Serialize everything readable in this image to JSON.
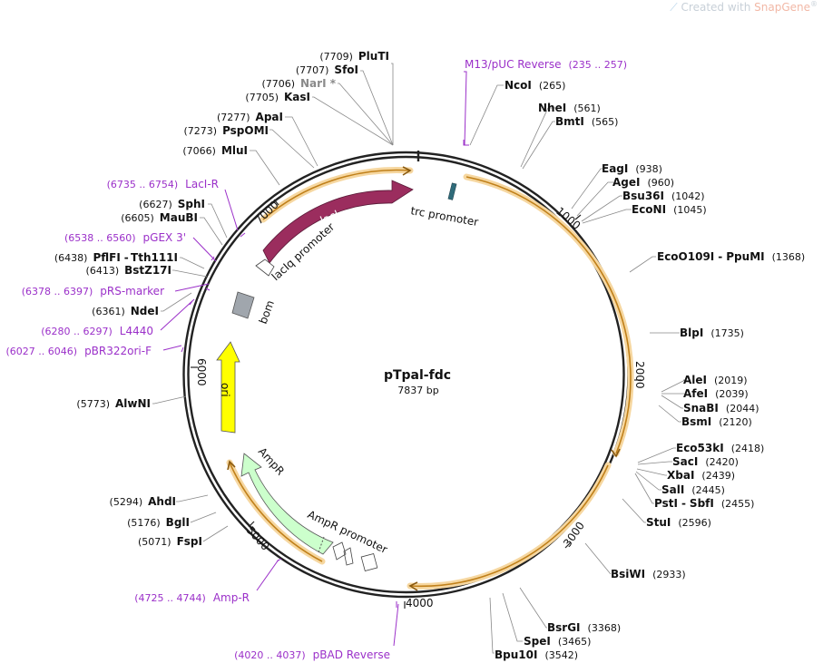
{
  "credit": {
    "prefix": "Created with",
    "brand": "SnapGene",
    "reg": "®",
    "icon": "snapgene-icon"
  },
  "plasmid": {
    "name": "pTpal-fdc",
    "length": "7837 bp"
  },
  "ticks": [
    {
      "label": "1000"
    },
    {
      "label": "2000"
    },
    {
      "label": "3000"
    },
    {
      "label": "4000"
    },
    {
      "label": "5000"
    },
    {
      "label": "6000"
    },
    {
      "label": "7000"
    }
  ],
  "features": [
    {
      "label": "lacI"
    },
    {
      "label": "lacIq promoter"
    },
    {
      "label": "trc promoter"
    },
    {
      "label": "bom"
    },
    {
      "label": "ori"
    },
    {
      "label": "AmpR"
    },
    {
      "label": "AmpR promoter"
    }
  ],
  "enzymes": [
    {
      "pos": "(7709)",
      "name": "PluTI"
    },
    {
      "pos": "(7707)",
      "name": "SfoI"
    },
    {
      "pos": "(7706)",
      "name": "NarI *"
    },
    {
      "pos": "(7705)",
      "name": "KasI"
    },
    {
      "pos": "(7277)",
      "name": "ApaI"
    },
    {
      "pos": "(7273)",
      "name": "PspOMI"
    },
    {
      "pos": "(7066)",
      "name": "MluI"
    },
    {
      "pos": "(6627)",
      "name": "SphI"
    },
    {
      "pos": "(6605)",
      "name": "MauBI"
    },
    {
      "pos": "(6438)",
      "name": "PflFI",
      "name2": "Tth111I"
    },
    {
      "pos": "(6413)",
      "name": "BstZ17I"
    },
    {
      "pos": "(6361)",
      "name": "NdeI"
    },
    {
      "pos": "(5773)",
      "name": "AlwNI"
    },
    {
      "pos": "(5294)",
      "name": "AhdI"
    },
    {
      "pos": "(5176)",
      "name": "BglI"
    },
    {
      "pos": "(5071)",
      "name": "FspI"
    },
    {
      "pos": "(265)",
      "name": "NcoI"
    },
    {
      "pos": "(561)",
      "name": "NheI"
    },
    {
      "pos": "(565)",
      "name": "BmtI"
    },
    {
      "pos": "(938)",
      "name": "EagI"
    },
    {
      "pos": "(960)",
      "name": "AgeI"
    },
    {
      "pos": "(1042)",
      "name": "Bsu36I"
    },
    {
      "pos": "(1045)",
      "name": "EcoNI"
    },
    {
      "pos": "(1368)",
      "name": "EcoO109I",
      "name2": "PpuMI"
    },
    {
      "pos": "(1735)",
      "name": "BlpI"
    },
    {
      "pos": "(2019)",
      "name": "AleI"
    },
    {
      "pos": "(2039)",
      "name": "AfeI"
    },
    {
      "pos": "(2044)",
      "name": "SnaBI"
    },
    {
      "pos": "(2120)",
      "name": "BsmI"
    },
    {
      "pos": "(2418)",
      "name": "Eco53kI"
    },
    {
      "pos": "(2420)",
      "name": "SacI"
    },
    {
      "pos": "(2439)",
      "name": "XbaI"
    },
    {
      "pos": "(2445)",
      "name": "SalI"
    },
    {
      "pos": "(2455)",
      "name": "PstI",
      "name2": "SbfI"
    },
    {
      "pos": "(2596)",
      "name": "StuI"
    },
    {
      "pos": "(2933)",
      "name": "BsiWI"
    },
    {
      "pos": "(3368)",
      "name": "BsrGI"
    },
    {
      "pos": "(3465)",
      "name": "SpeI"
    },
    {
      "pos": "(3542)",
      "name": "Bpu10I"
    }
  ],
  "primers": [
    {
      "name": "M13/pUC Reverse",
      "range": "(235 .. 257)"
    },
    {
      "name": "LacI-R",
      "range": "(6735 .. 6754)"
    },
    {
      "name": "pGEX 3'",
      "range": "(6538 .. 6560)"
    },
    {
      "name": "pRS-marker",
      "range": "(6378 .. 6397)"
    },
    {
      "name": "L4440",
      "range": "(6280 .. 6297)"
    },
    {
      "name": "pBR322ori-F",
      "range": "(6027 .. 6046)"
    },
    {
      "name": "Amp-R",
      "range": "(4725 .. 4744)"
    },
    {
      "name": "pBAD Reverse",
      "range": "(4020 .. 4037)"
    }
  ],
  "colors": {
    "backbone": "#222222",
    "enzyme_line": "#888888",
    "primer": "#9b30c9",
    "orf_arrow": "#c0801a",
    "orf_glow": "#f6d7a0",
    "lacI": "#9b2d5e",
    "ori": "#ffff00",
    "AmpR": "#ccffcc",
    "bom": "#a0a6ad",
    "trc": "#2f6b7a"
  }
}
